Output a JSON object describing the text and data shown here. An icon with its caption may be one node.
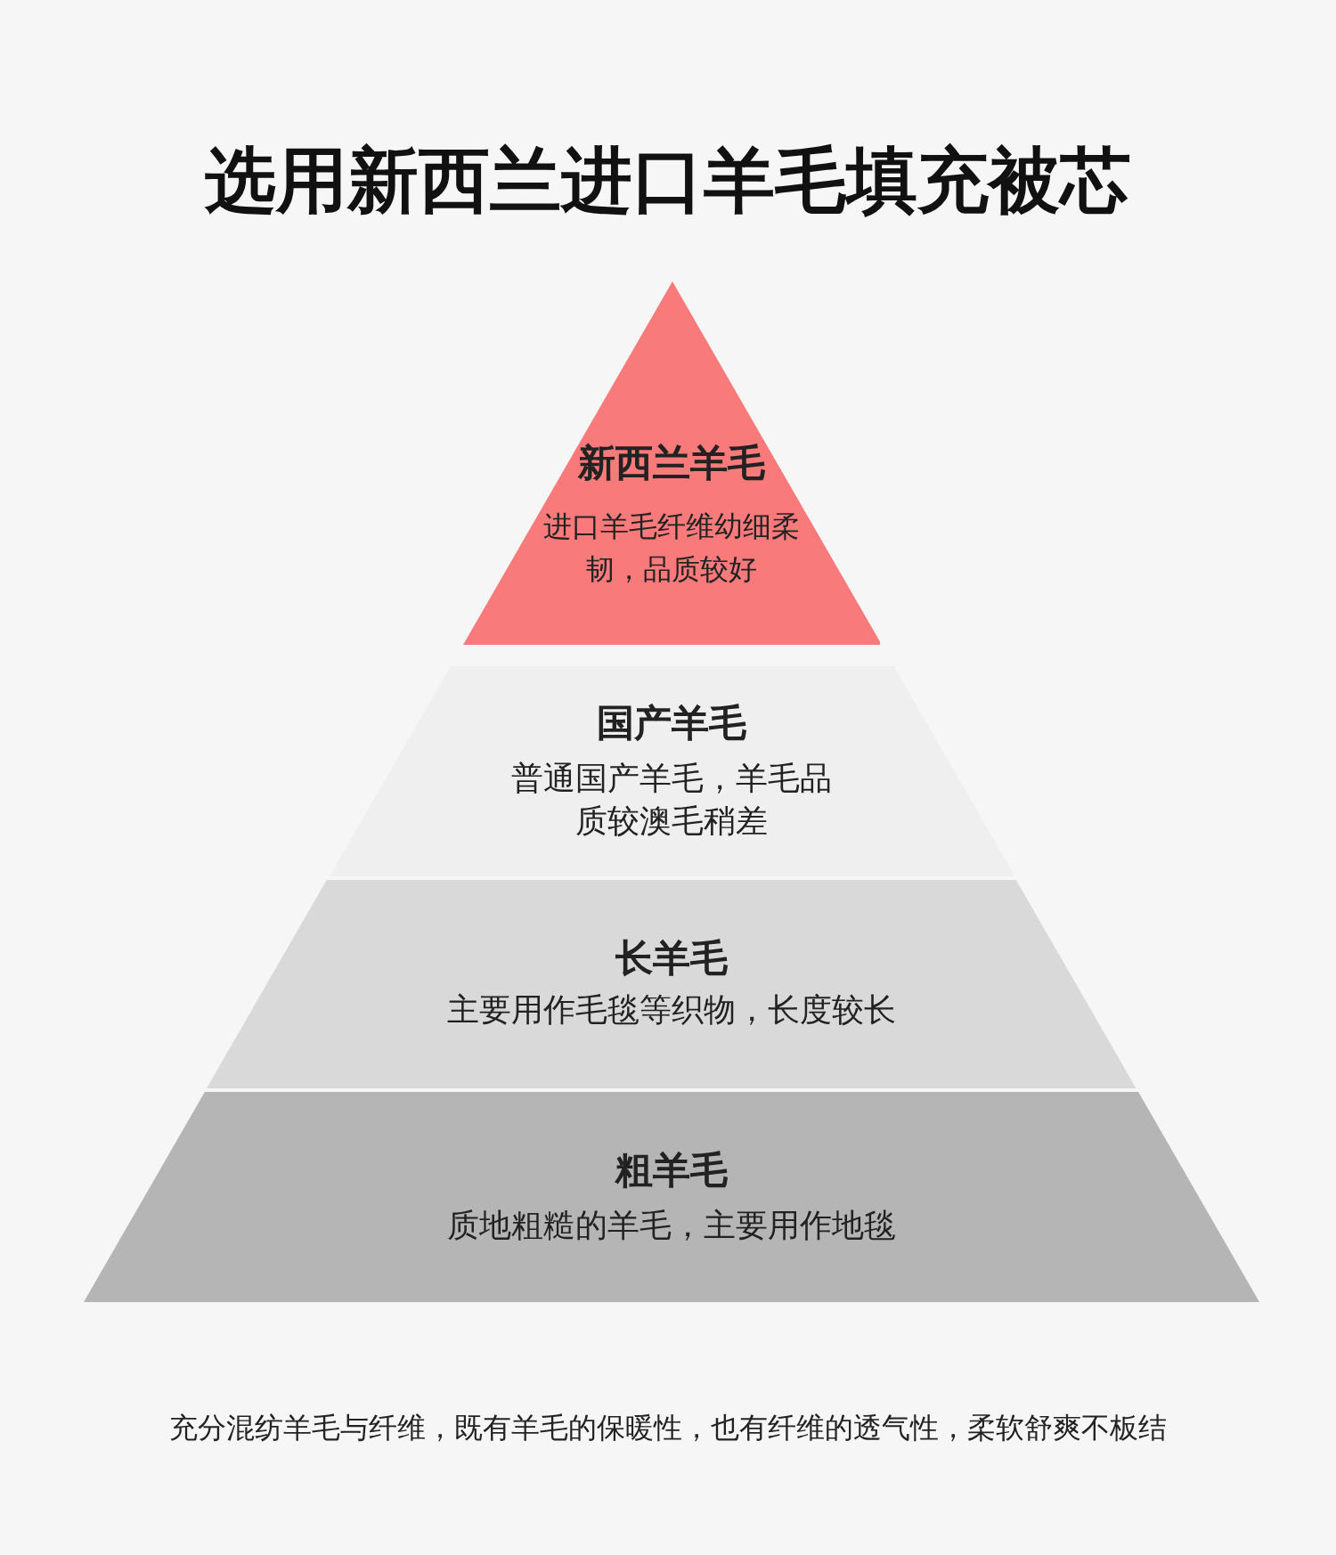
{
  "diagram": {
    "title": "选用新西兰进口羊毛填充被芯",
    "nodes": [
      {
        "text": [
          "新西兰羊毛",
          "进口羊毛纤维幼细柔韧，品质较好"
        ]
      },
      {
        "text": [
          "国产羊毛",
          "普通国产羊毛，羊毛品质较澳毛稍差"
        ]
      },
      {
        "text": [
          "长羊毛",
          "主要用作毛毯等织物，长度较长"
        ]
      },
      {
        "text": [
          "粗羊毛",
          "质地粗糙的羊毛，主要用作地毯"
        ]
      }
    ],
    "edges": [],
    "caption": "充分混纺羊毛与纤维，既有羊毛的保暖性，也有纤维的透气性，柔软舒爽不板结"
  }
}
